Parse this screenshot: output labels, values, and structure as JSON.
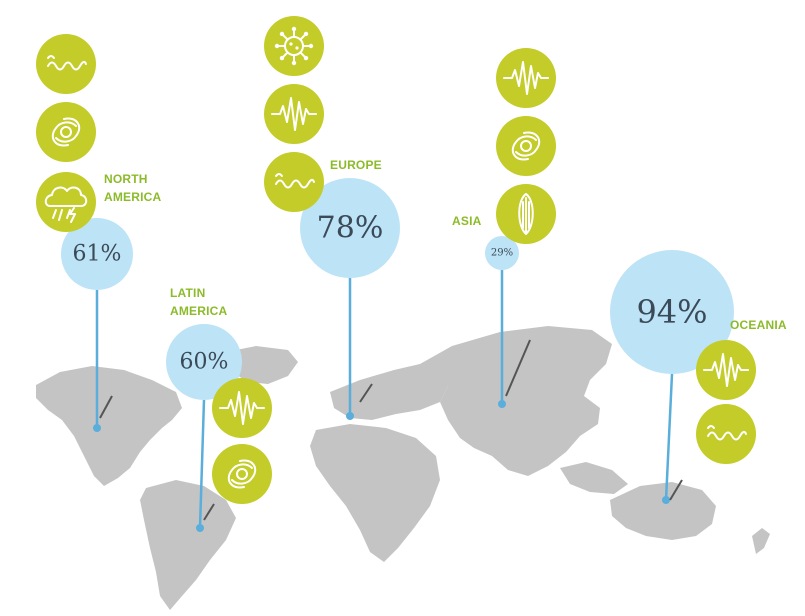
{
  "colors": {
    "land": "#c4c4c4",
    "bubble": "#bde3f7",
    "pin": "#5aaedb",
    "hazard": "#c4cc2a",
    "label": "#8cbb2a",
    "icon_line": "#ffffff"
  },
  "regions": [
    {
      "id": "north-america",
      "label": "NORTH\nAMERICA",
      "percent": "61%",
      "hazards": [
        "flood-icon",
        "hurricane-icon",
        "storm-cloud-icon"
      ]
    },
    {
      "id": "latin-america",
      "label": "LATIN\nAMERICA",
      "percent": "60%",
      "hazards": [
        "earthquake-icon",
        "hurricane-icon"
      ]
    },
    {
      "id": "europe",
      "label": "EUROPE",
      "percent": "78%",
      "hazards": [
        "virus-icon",
        "earthquake-icon",
        "flood-icon"
      ]
    },
    {
      "id": "asia",
      "label": "ASIA",
      "percent": "29%",
      "hazards": [
        "earthquake-icon",
        "hurricane-icon",
        "drought-crop-icon"
      ]
    },
    {
      "id": "oceania",
      "label": "OCEANIA",
      "percent": "94%",
      "hazards": [
        "earthquake-icon",
        "flood-icon"
      ]
    }
  ]
}
